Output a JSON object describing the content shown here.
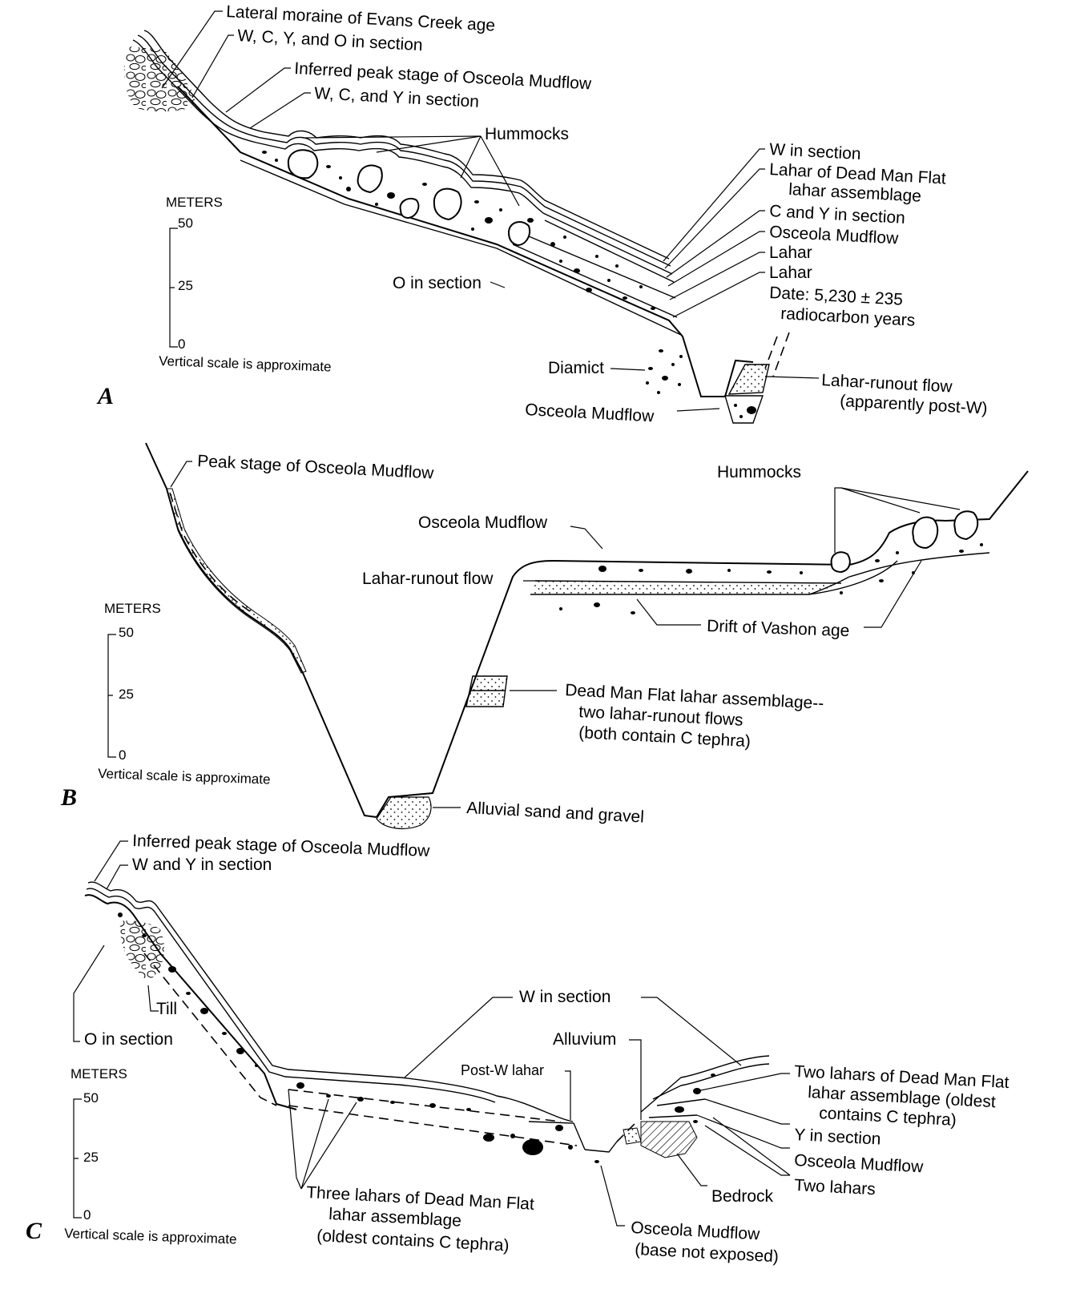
{
  "colors": {
    "ink": "#000000",
    "paper": "#ffffff"
  },
  "panels": {
    "A": {
      "letter": "A",
      "scale": {
        "title": "METERS",
        "ticks": [
          "50",
          "25",
          "0"
        ],
        "note": "Vertical scale is approximate"
      },
      "labels": {
        "lateral_moraine": "Lateral moraine of Evans Creek age",
        "wcyo": "W, C, Y, and O in section",
        "inferred_peak": "Inferred peak stage of Osceola Mudflow",
        "wcy": "W, C, and Y in section",
        "hummocks": "Hummocks",
        "w_in_section": "W in section",
        "dead_man_lahar_1": "Lahar of Dead Man Flat",
        "dead_man_lahar_2": "lahar assemblage",
        "c_and_y": "C and Y in section",
        "osceola": "Osceola Mudflow",
        "lahar_1": "Lahar",
        "lahar_2": "Lahar",
        "date_1": "Date: 5,230 ± 235",
        "date_2": "radiocarbon years",
        "o_in_section": "O in section",
        "diamict": "Diamict",
        "runout_1": "Lahar-runout flow",
        "runout_2": "(apparently post-W)",
        "osceola_bottom": "Osceola Mudflow"
      }
    },
    "B": {
      "letter": "B",
      "scale": {
        "title": "METERS",
        "ticks": [
          "50",
          "25",
          "0"
        ],
        "note": "Vertical scale is approximate"
      },
      "labels": {
        "peak_stage": "Peak stage of Osceola Mudflow",
        "hummocks": "Hummocks",
        "osceola": "Osceola Mudflow",
        "runout": "Lahar-runout flow",
        "drift": "Drift of Vashon age",
        "dead_man_1": "Dead Man Flat lahar assemblage--",
        "dead_man_2": "two lahar-runout flows",
        "dead_man_3": "(both contain C tephra)",
        "alluvial": "Alluvial sand and gravel"
      }
    },
    "C": {
      "letter": "C",
      "scale": {
        "title": "METERS",
        "ticks": [
          "50",
          "25",
          "0"
        ],
        "note": "Vertical scale is approximate"
      },
      "labels": {
        "inferred_peak": "Inferred peak stage of Osceola Mudflow",
        "w_and_y": "W and Y in section",
        "till": "Till",
        "o_in_section": "O in section",
        "w_in_section": "W in section",
        "alluvium": "Alluvium",
        "post_w_lahar": "Post-W lahar",
        "two_lahars_dm_1": "Two lahars of Dead Man Flat",
        "two_lahars_dm_2": "lahar assemblage (oldest",
        "two_lahars_dm_3": "contains C tephra)",
        "y_in_section": "Y in section",
        "osceola": "Osceola Mudflow",
        "two_lahars": "Two lahars",
        "bedrock": "Bedrock",
        "three_lahars_1": "Three lahars of Dead Man Flat",
        "three_lahars_2": "lahar assemblage",
        "three_lahars_3": "(oldest contains C tephra)",
        "osceola_bottom_1": "Osceola Mudflow",
        "osceola_bottom_2": "(base not exposed)"
      }
    }
  }
}
